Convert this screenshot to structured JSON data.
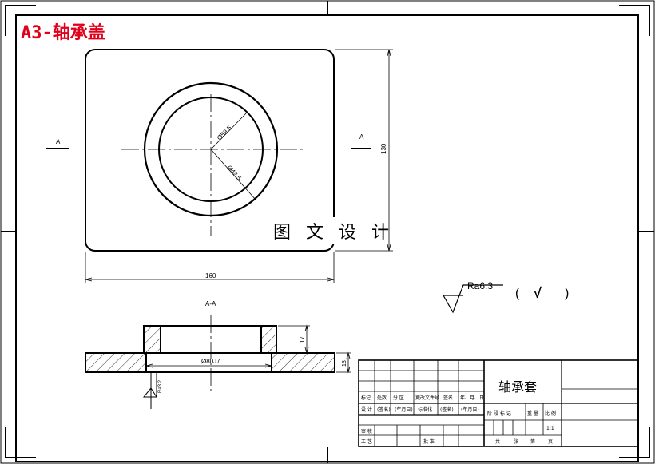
{
  "sheet_label": "A3-轴承盖",
  "watermark": "图 文 设 计",
  "section": {
    "left_mark": "A",
    "right_mark": "A",
    "view_label": "A-A"
  },
  "dimensions": {
    "inner_circle": "Ø59.5",
    "outer_circle": "Ø42.5",
    "height_total": "130",
    "width_total": "160",
    "bore": "Ø80J7",
    "boss_height": "17",
    "flange_thickness": "13",
    "datum_ra": "Ra3.2"
  },
  "surface_finish": {
    "value": "Ra6.3",
    "open_paren": "(",
    "check": "√",
    "close_paren": ")"
  },
  "title_block": {
    "part_name": "轴承套",
    "row_mark": [
      "标记",
      "处数",
      "分 区",
      "更改文件号",
      "签名",
      "年、月、日"
    ],
    "row_design": [
      "设 计",
      "(签名)",
      "(年月日)",
      "标准化",
      "(签名)",
      "(年月日)"
    ],
    "stage_headers": [
      "阶 段 标 记",
      "重 量",
      "比 例"
    ],
    "scale": "1:1",
    "review": "审 核",
    "process": "工 艺",
    "approve": "批 准",
    "sheets": [
      "共",
      "张",
      "第",
      "页"
    ]
  }
}
